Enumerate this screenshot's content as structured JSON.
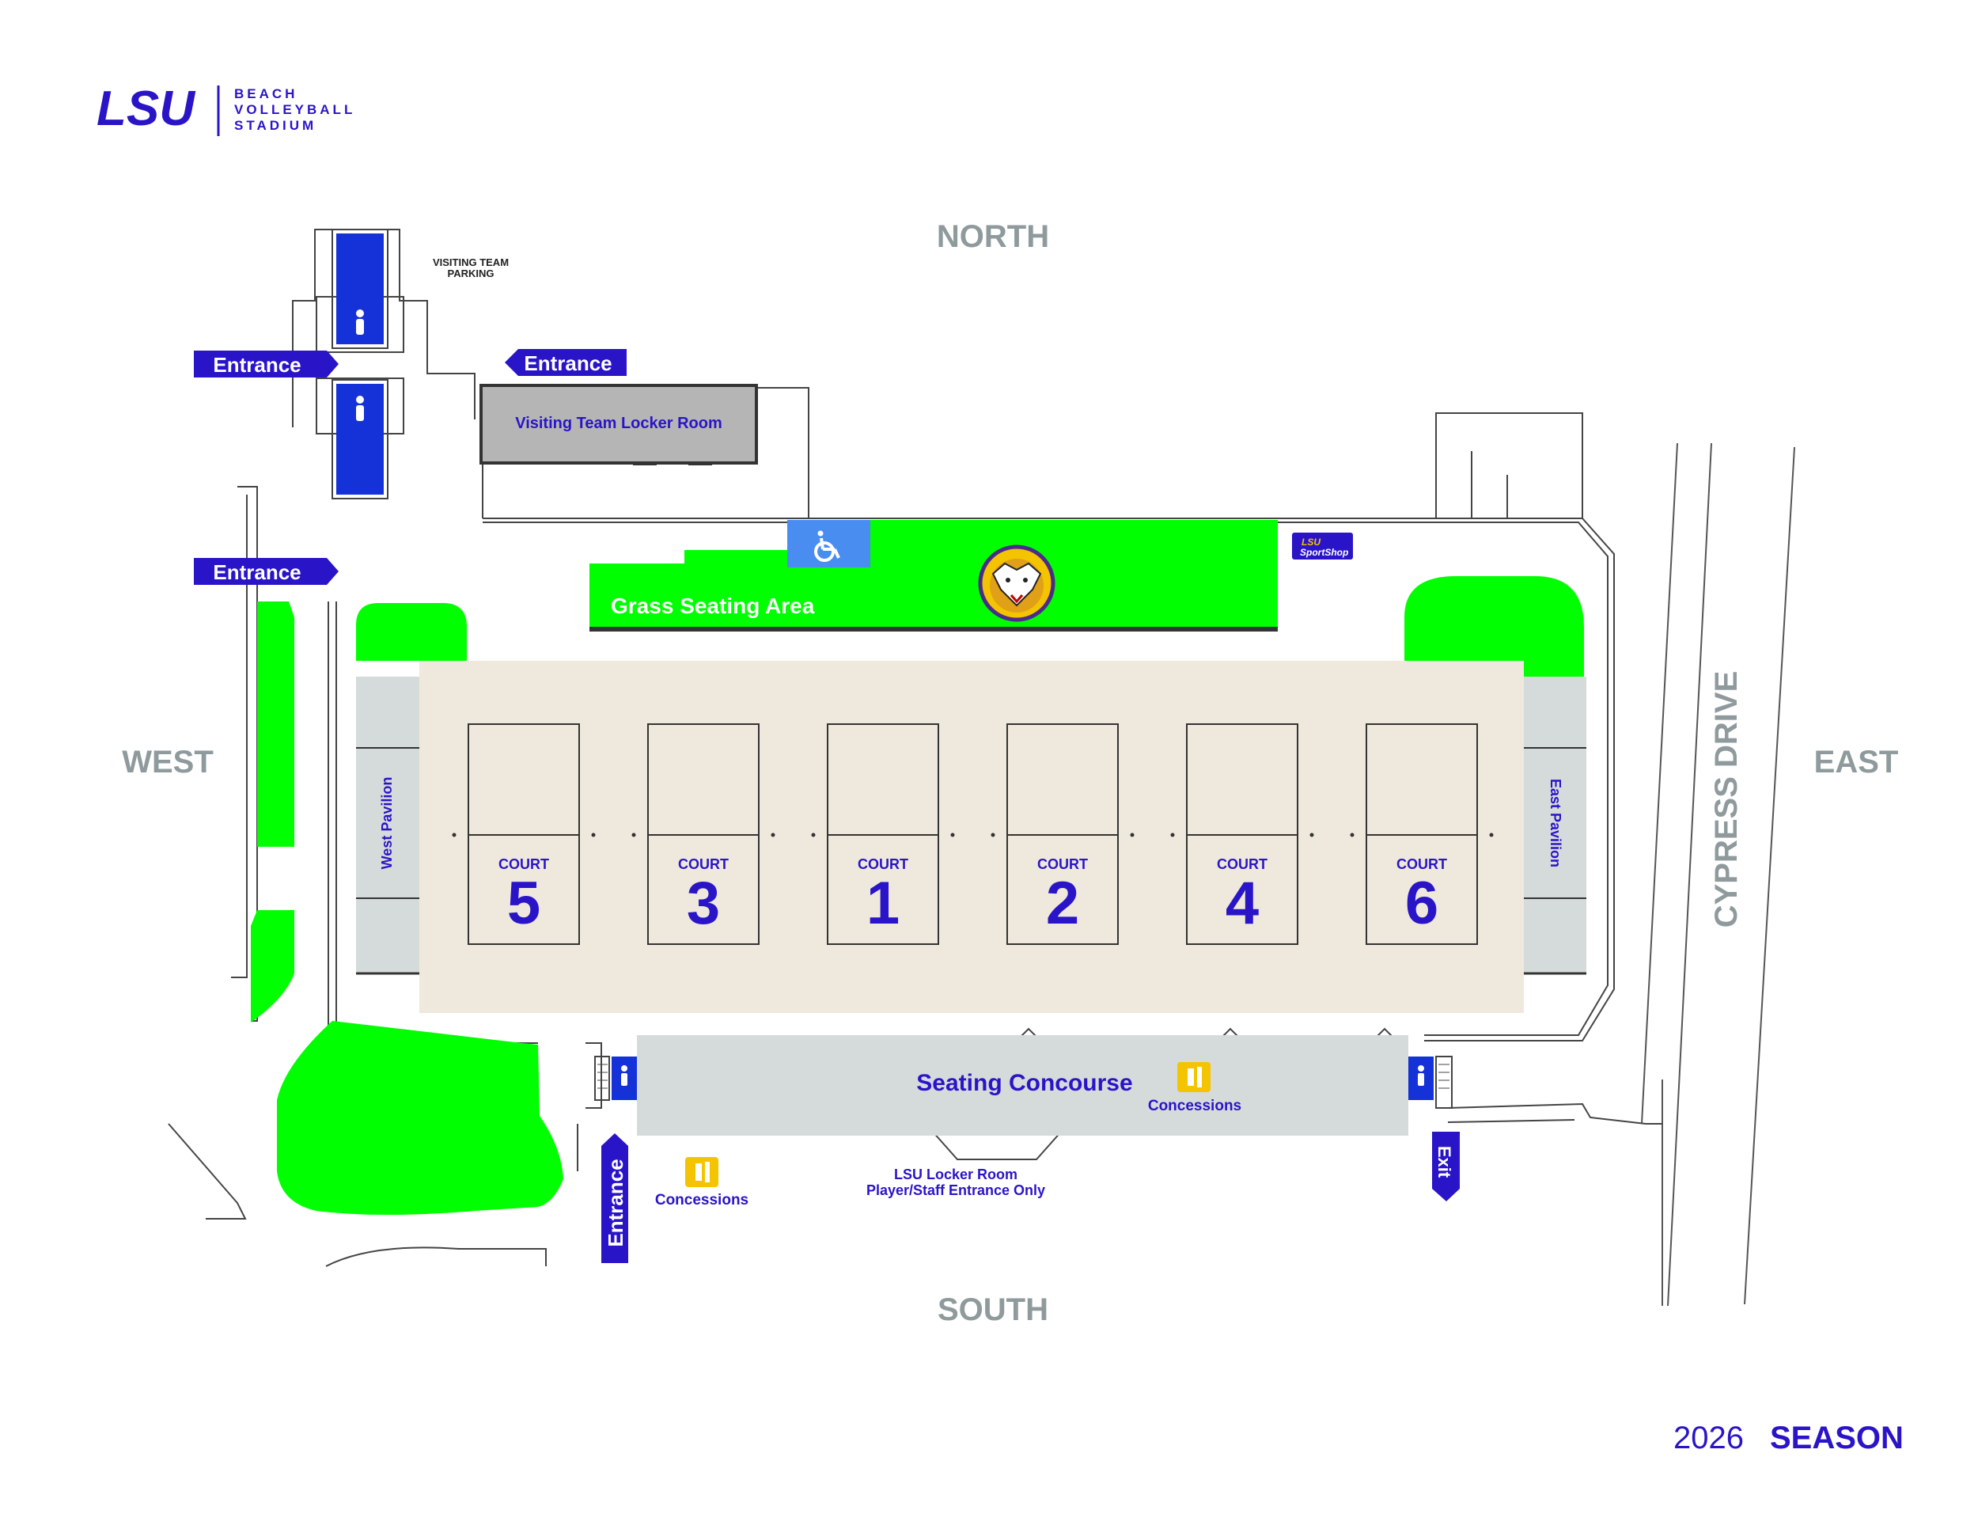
{
  "logo": {
    "mark": "LSU",
    "line1": "BEACH",
    "line2": "VOLLEYBALL",
    "line3": "STADIUM"
  },
  "compass": {
    "north": "NORTH",
    "south": "SOUTH",
    "east": "EAST",
    "west": "WEST"
  },
  "road": "CYPRESS DRIVE",
  "labels": {
    "visiting_parking_1": "VISITING TEAM",
    "visiting_parking_2": "PARKING",
    "visiting_locker": "Visiting Team Locker Room",
    "grass_seating": "Grass Seating Area",
    "west_pavilion": "West Pavilion",
    "east_pavilion": "East Pavilion",
    "seating_concourse": "Seating Concourse",
    "concessions_concourse": "Concessions",
    "concessions_south": "Concessions",
    "lsu_locker_1": "LSU Locker Room",
    "lsu_locker_2": "Player/Staff Entrance Only",
    "sportshop_1": "LSU",
    "sportshop_2": "SportShop"
  },
  "entrances": {
    "west_upper": "Entrance",
    "north_upper": "Entrance",
    "west_lower": "Entrance",
    "south": "Entrance",
    "exit": "Exit"
  },
  "courts": [
    {
      "label": "COURT",
      "number": "5"
    },
    {
      "label": "COURT",
      "number": "3"
    },
    {
      "label": "COURT",
      "number": "1"
    },
    {
      "label": "COURT",
      "number": "2"
    },
    {
      "label": "COURT",
      "number": "4"
    },
    {
      "label": "COURT",
      "number": "6"
    }
  ],
  "season": {
    "year": "2026",
    "word": "SEASON"
  },
  "colors": {
    "purple": "#2a14c8",
    "grass": "#00ff00",
    "sand": "#efe9dd",
    "pavilion": "#d5dbdb",
    "restroom": "#1432d8",
    "accessible": "#4a8df0",
    "concessions": "#f4c400",
    "direction_gray": "#8f9a9d"
  },
  "icons": [
    "restroom-icon",
    "accessible-icon",
    "concessions-icon",
    "tiger-logo-icon",
    "sportshop-logo-icon"
  ]
}
